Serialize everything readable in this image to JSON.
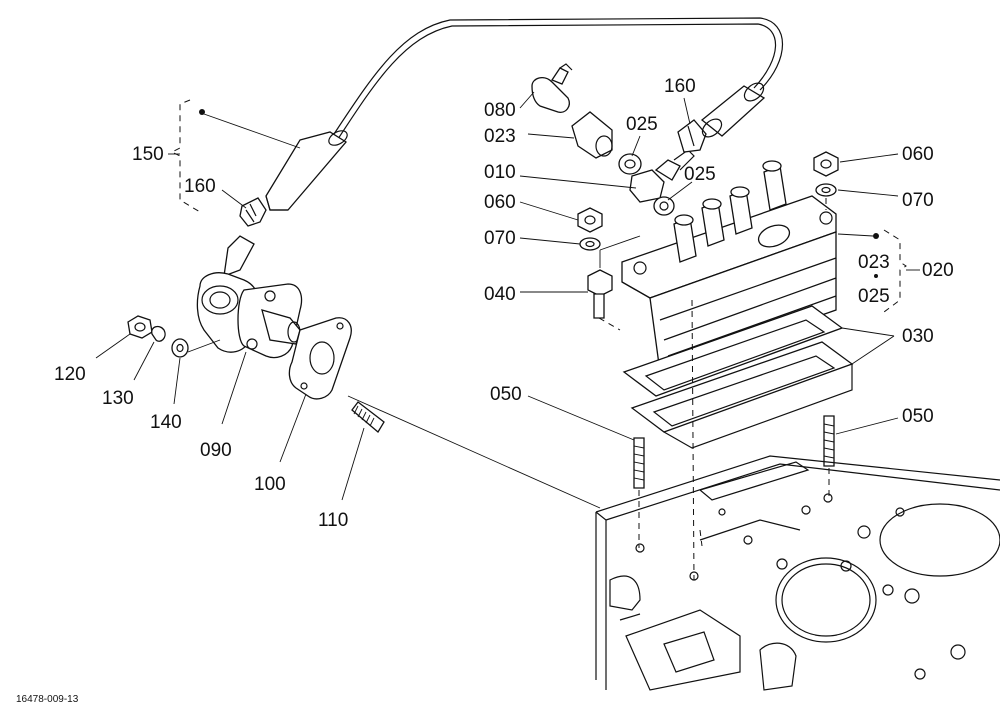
{
  "figure_id": "16478-009-13",
  "callouts": {
    "p150": "150",
    "p160_left": "160",
    "p120": "120",
    "p130": "130",
    "p140": "140",
    "p090": "090",
    "p100": "100",
    "p110": "110",
    "p080": "080",
    "p023_top": "023",
    "p025_top": "025",
    "p160_right": "160",
    "p010": "010",
    "p025_mid": "025",
    "p060_left": "060",
    "p070_left": "070",
    "p040": "040",
    "p050_left": "050",
    "p060_right": "060",
    "p070_right": "070",
    "p023_bracket": "023",
    "p025_bracket": "025",
    "p020": "020",
    "p030": "030",
    "p050_right": "050"
  }
}
